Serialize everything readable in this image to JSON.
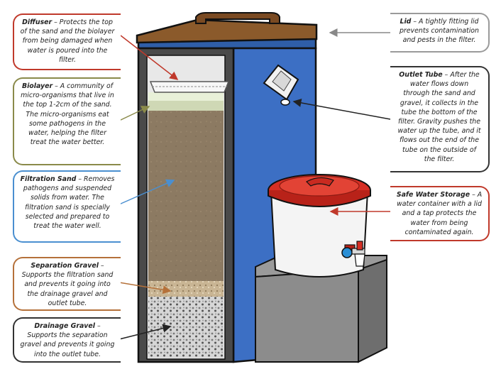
{
  "callouts": {
    "diffuser": {
      "title": "Diffuser",
      "text": "– Protects the top of the sand and the biolayer from being damaged when water is poured into the filter."
    },
    "biolayer": {
      "title": "Biolayer",
      "text": "– A community of micro-organisms that live in the top 1-2cm of the sand. The micro-organisms eat some pathogens in the water, helping the filter treat the water better."
    },
    "filtration_sand": {
      "title": "Filtration Sand",
      "text": "– Removes pathogens and suspended solids from water. The filtration sand is specially selected and prepared to treat the water well."
    },
    "separation_gravel": {
      "title": "Separation Gravel",
      "text": "– Supports the filtration sand and prevents it going into the drainage gravel and outlet tube."
    },
    "drainage_gravel": {
      "title": "Drainage Gravel",
      "text": "– Supports the separation gravel and prevents it going into the outlet tube."
    },
    "lid": {
      "title": "Lid",
      "text": "– A tightly fitting lid prevents contamination and pests in the filter."
    },
    "outlet_tube": {
      "title": "Outlet Tube",
      "text": "– After the water flows down through the sand and gravel, it collects in the tube the bottom of the filter. Gravity pushes the water up the tube, and it flows out the end of the tube on the outside of the filter."
    },
    "safe_water_storage": {
      "title": "Safe Water Storage",
      "text": "– A water container with a lid and a tap protects the water from being contaminated again."
    }
  },
  "colors": {
    "diffuser": "#c0392b",
    "biolayer": "#8a8a4a",
    "filtration_sand": "#4a8fd0",
    "separation_gravel": "#b5713a",
    "drainage_gravel": "#333333",
    "lid": "#9a9a9a",
    "outlet_tube": "#333333",
    "safe_water_storage": "#c0392b",
    "filter_body": "#3c6fc4",
    "lid_wood": "#8b5a2b",
    "container_lid": "#d62f24"
  }
}
